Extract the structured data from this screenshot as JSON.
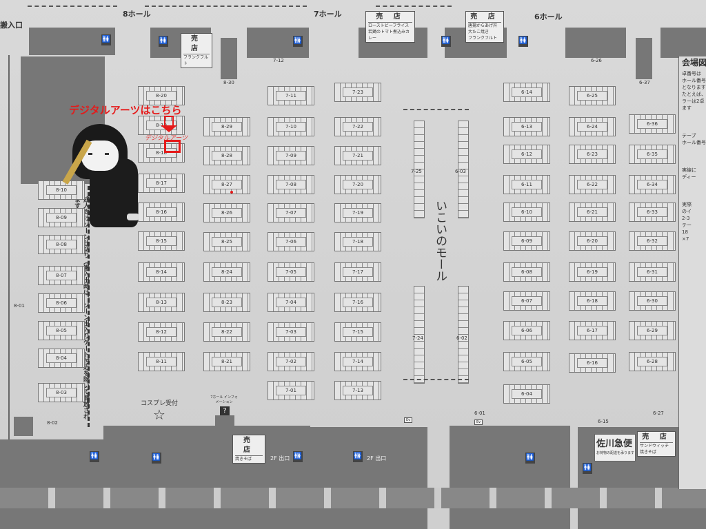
{
  "header": {
    "entrance": "搬入口",
    "halls": [
      "8ホール",
      "7ホール",
      "6ホール"
    ]
  },
  "shops": [
    {
      "title": "売 店",
      "items": [
        "フランクフルト"
      ]
    },
    {
      "title": "売 店",
      "items": [
        "ローストビーフライス",
        "若鶏のトマト煮込みカレー"
      ]
    },
    {
      "title": "売 店",
      "items": [
        "唐揚からあげ丼",
        "大たこ焼き",
        "フランクフルト"
      ]
    },
    {
      "title": "売 店",
      "items": [
        "焼きそば"
      ]
    },
    {
      "title": "売 店",
      "items": [
        "サンドウィッチ",
        "焼きそば"
      ]
    }
  ],
  "islands": {
    "col8a": [
      "8-20",
      "8-19",
      "8-18",
      "8-17",
      "8-16",
      "8-15",
      "8-14",
      "8-13",
      "8-12",
      "8-11"
    ],
    "col8b": [
      "8-29",
      "8-28",
      "8-27",
      "8-26",
      "8-25",
      "8-24",
      "8-23",
      "8-22",
      "8-21"
    ],
    "col7a": [
      "7-11",
      "7-10",
      "7-09",
      "7-08",
      "7-07",
      "7-06",
      "7-05",
      "7-04",
      "7-03",
      "7-02",
      "7-01"
    ],
    "col7b": [
      "7-23",
      "7-22",
      "7-21",
      "7-20",
      "7-19",
      "7-18",
      "7-17",
      "7-16",
      "7-15",
      "7-14",
      "7-13"
    ],
    "col6a": [
      "6-14",
      "6-13",
      "6-12",
      "6-11",
      "6-10",
      "6-09",
      "6-08",
      "6-07",
      "6-06",
      "6-05",
      "6-04"
    ],
    "col6b": [
      "6-25",
      "6-24",
      "6-23",
      "6-22",
      "6-21",
      "6-20",
      "6-19",
      "6-18",
      "6-17",
      "6-16"
    ],
    "col6c": [
      "6-36",
      "6-35",
      "6-34",
      "6-33",
      "6-32",
      "6-31",
      "6-30",
      "6-29",
      "6-28"
    ],
    "colLeft": [
      "8-10",
      "8-09",
      "8-08",
      "8-07",
      "8-06",
      "8-05",
      "8-04",
      "8-03"
    ]
  },
  "misc_labels": {
    "l830": "8-30",
    "l712": "7-12",
    "l626": "6-26",
    "l637": "6-37",
    "l801": "8-01",
    "l802": "8-02",
    "l725": "7-25",
    "l724": "7-24",
    "l603": "6-03",
    "l602": "6-02",
    "l601": "6-01",
    "l615": "6-15",
    "l627": "6-27"
  },
  "mall": "いこいのモール",
  "zone_note": "成人向けゾーン仕切り（搬入出時は、ゾーン出入りゲート付近を除いて開放されます）",
  "cosplay": "コスプレ受付",
  "info": "7ホール インフォメーション",
  "exit": "2F 出口",
  "ev": "Ev",
  "sagawa": {
    "title": "佐川急便",
    "sub": "お荷物の配送を承ります"
  },
  "panel": {
    "title": "会場図",
    "lines": [
      "卓番号は",
      "ホール番号-",
      "となります",
      "たとえば、",
      "ラーは2卓",
      "ます",
      "テーブ",
      "ホール番号",
      "実線に",
      "ディー",
      "実際",
      "のイ",
      "2-3",
      "テー",
      "18",
      "×7"
    ]
  },
  "annotation": {
    "headline": "デジタルアーツはこちら",
    "handwritten": "デジタルアーツ",
    "color": "#e51a1a"
  }
}
